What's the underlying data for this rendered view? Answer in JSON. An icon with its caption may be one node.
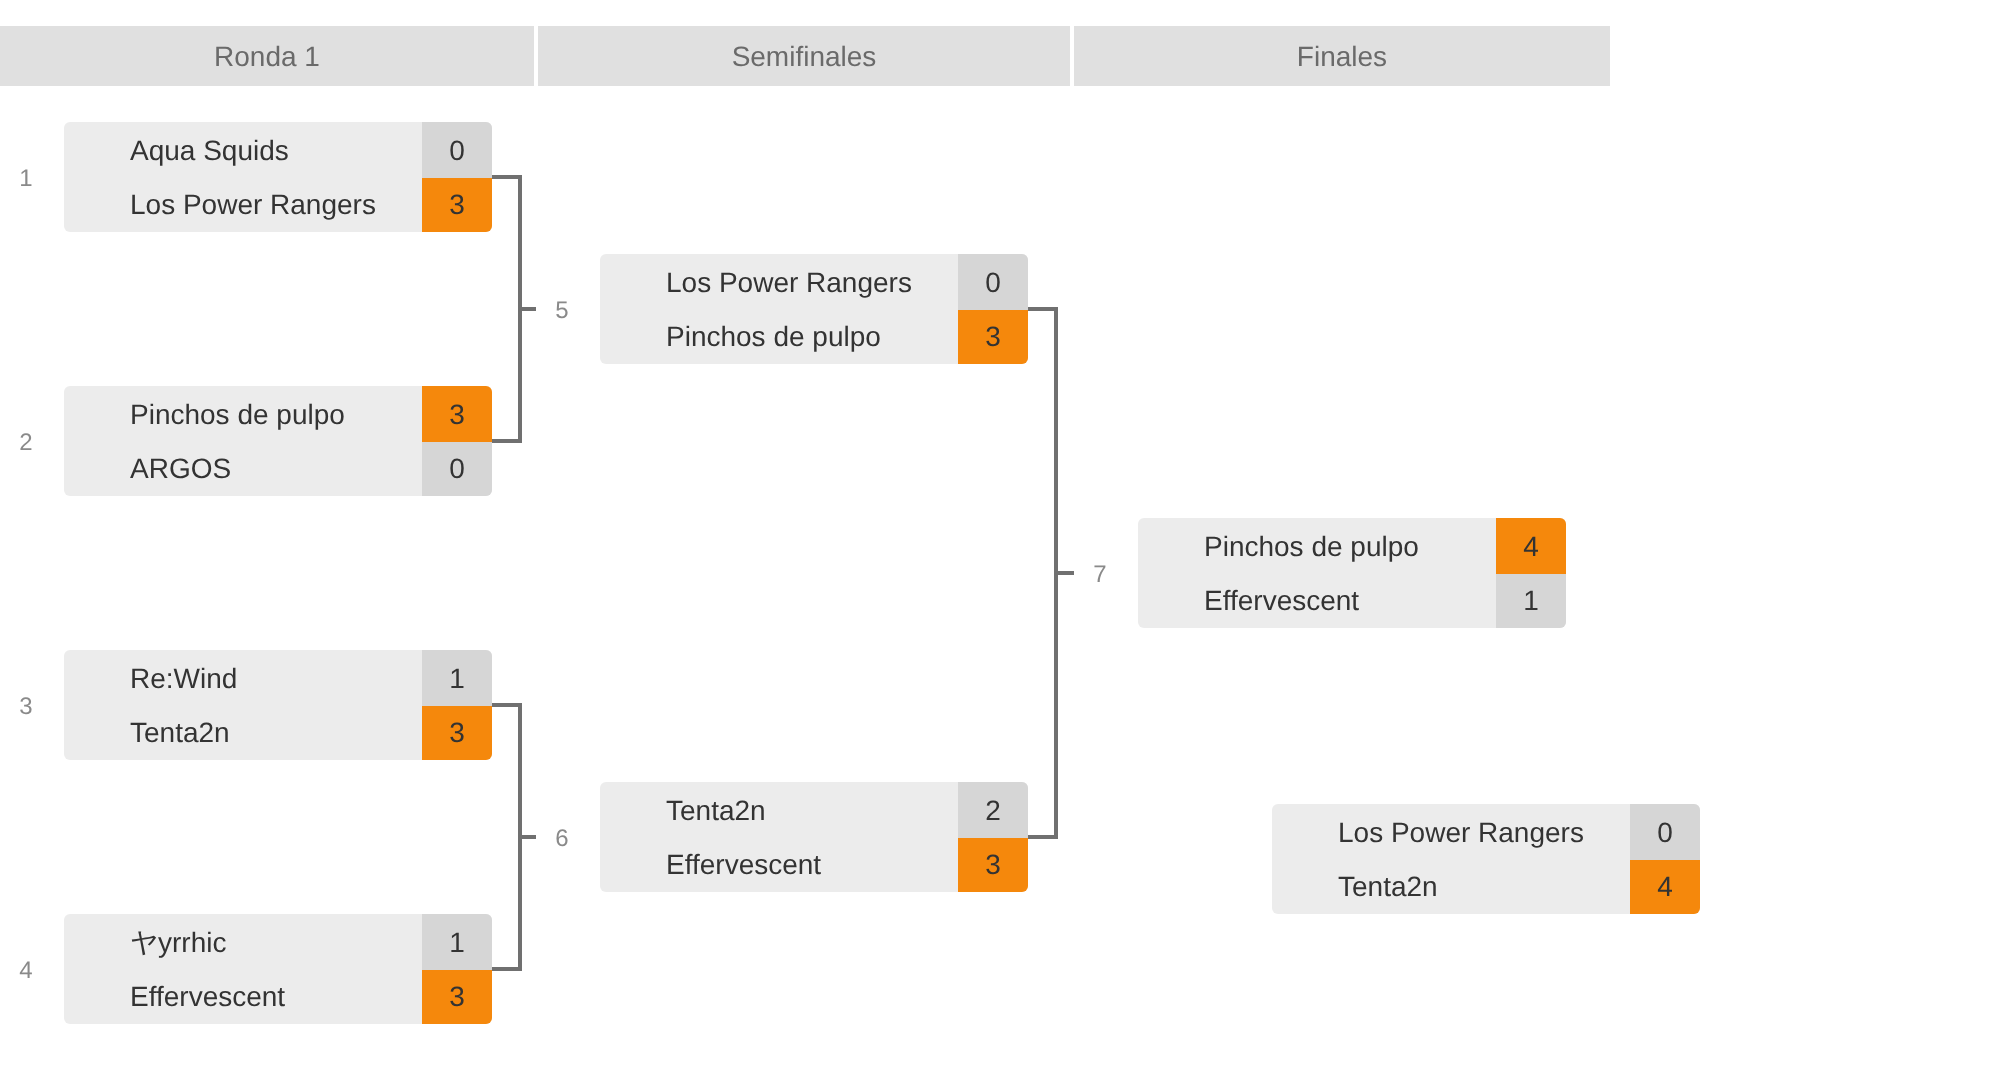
{
  "diagram": {
    "nodes": [
      {
        "text": [
          "Ronda 1"
        ]
      },
      {
        "text": [
          "Semifinales"
        ]
      },
      {
        "text": [
          "Finales"
        ]
      },
      {
        "text": [],
        "shape": "box",
        "beside": [
          "1"
        ]
      },
      {
        "text": [
          "Aqua Squids",
          "0"
        ],
        "in": 3
      },
      {
        "text": [
          "Los Power Rangers",
          "3"
        ],
        "in": 3
      },
      {
        "text": [],
        "shape": "box",
        "beside": [
          "2"
        ]
      },
      {
        "text": [
          "Pinchos de pulpo",
          "3"
        ],
        "in": 6
      },
      {
        "text": [
          "ARGOS",
          "0"
        ],
        "in": 6
      },
      {
        "text": [],
        "shape": "box",
        "beside": [
          "3"
        ]
      },
      {
        "text": [
          "Re:Wind",
          "1"
        ],
        "in": 9
      },
      {
        "text": [
          "Tenta2n",
          "3"
        ],
        "in": 9
      },
      {
        "text": [],
        "shape": "box",
        "beside": [
          "4"
        ]
      },
      {
        "text": [
          "ヤyrrhic",
          "1"
        ],
        "in": 12
      },
      {
        "text": [
          "Effervescent",
          "3"
        ],
        "in": 12
      },
      {
        "text": [],
        "shape": "box",
        "beside": [
          "5"
        ]
      },
      {
        "text": [
          "Los Power Rangers",
          "0"
        ],
        "in": 15
      },
      {
        "text": [
          "Pinchos de pulpo",
          "3"
        ],
        "in": 15
      },
      {
        "text": [],
        "shape": "box",
        "beside": [
          "6"
        ]
      },
      {
        "text": [
          "Tenta2n",
          "2"
        ],
        "in": 18
      },
      {
        "text": [
          "Effervescent",
          "3"
        ],
        "in": 18
      },
      {
        "text": [],
        "shape": "box",
        "beside": [
          "7"
        ]
      },
      {
        "text": [
          "Pinchos de pulpo",
          "4"
        ],
        "in": 21
      },
      {
        "text": [
          "Effervescent",
          "1"
        ],
        "in": 21
      },
      {
        "text": [],
        "shape": "box"
      },
      {
        "text": [
          "Los Power Rangers",
          "0"
        ],
        "in": 24
      },
      {
        "text": [
          "Tenta2n",
          "4"
        ],
        "in": 24
      }
    ],
    "edges": [
      {
        "from": 3,
        "to": 15,
        "arrow": "none"
      },
      {
        "from": 6,
        "to": 15,
        "arrow": "none"
      },
      {
        "from": 9,
        "to": 18,
        "arrow": "none"
      },
      {
        "from": 12,
        "to": 18,
        "arrow": "none"
      },
      {
        "from": 15,
        "to": 21,
        "arrow": "none"
      },
      {
        "from": 18,
        "to": 21,
        "arrow": "none"
      }
    ]
  }
}
